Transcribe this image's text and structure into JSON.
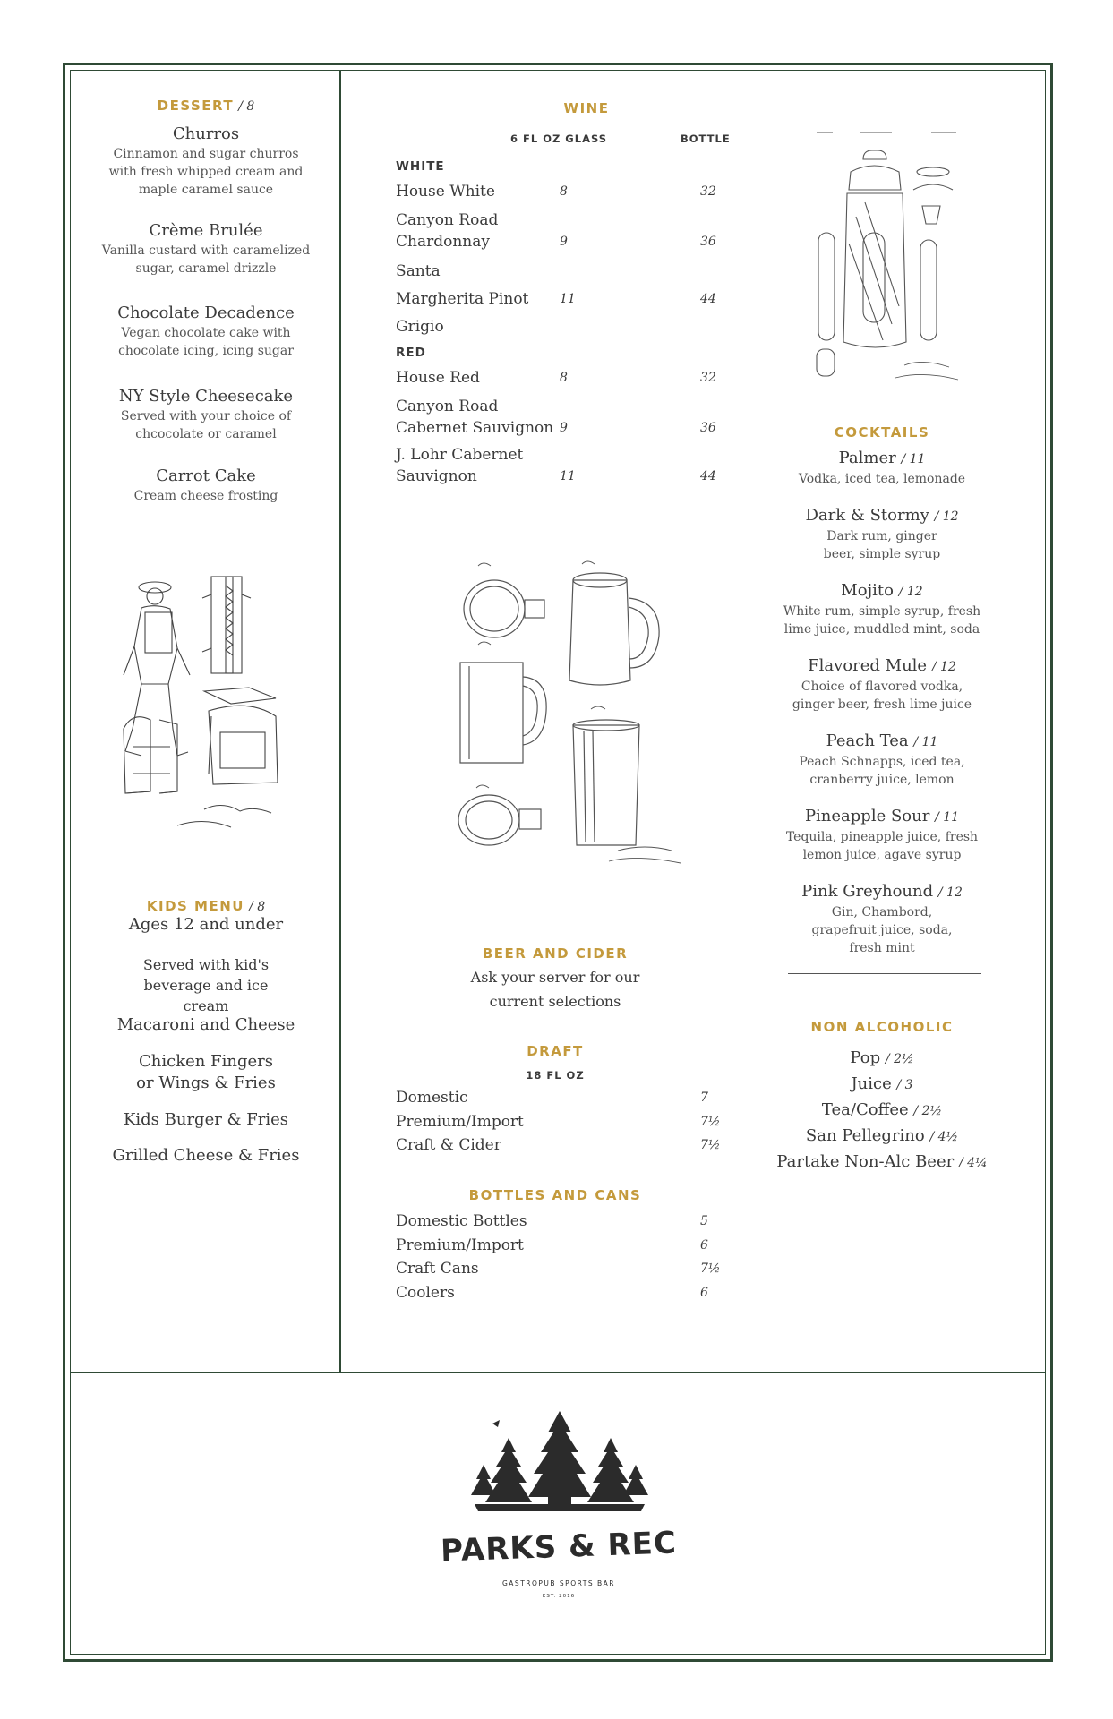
{
  "dessert": {
    "heading": "DESSERT",
    "price": "/ 8",
    "items": [
      {
        "name": "Churros",
        "desc": "Cinnamon and sugar churros with fresh whipped cream and maple caramel sauce"
      },
      {
        "name": "Crème Brulée",
        "desc": "Vanilla custard with caramelized sugar, caramel drizzle"
      },
      {
        "name": "Chocolate Decadence",
        "desc": "Vegan chocolate cake with chocolate icing, icing sugar"
      },
      {
        "name": "NY Style Cheesecake",
        "desc": "Served with your choice of chcocolate or caramel"
      },
      {
        "name": "Carrot Cake",
        "desc": "Cream cheese frosting"
      }
    ]
  },
  "kids": {
    "heading": "KIDS MENU",
    "price": "/ 8",
    "ages": "Ages 12 and under",
    "note": "Served with kid's beverage and ice cream",
    "items": [
      "Macaroni and Cheese",
      "Chicken Fingers or Wings & Fries",
      "Kids Burger & Fries",
      "Grilled Cheese & Fries"
    ]
  },
  "wine": {
    "heading": "WINE",
    "glass_label": "6 FL OZ GLASS",
    "bottle_label": "BOTTLE",
    "white_label": "WHITE",
    "red_label": "RED",
    "white": [
      {
        "name": "House White",
        "glass": "8",
        "bottle": "32"
      },
      {
        "name": "Canyon Road Chardonnay",
        "glass": "9",
        "bottle": "36"
      },
      {
        "name": "Santa Margherita Pinot Grigio",
        "glass": "11",
        "bottle": "44"
      }
    ],
    "red": [
      {
        "name": "House Red",
        "glass": "8",
        "bottle": "32"
      },
      {
        "name": "Canyon Road Cabernet Sauvignon",
        "glass": "9",
        "bottle": "36"
      },
      {
        "name": "J. Lohr Cabernet Sauvignon",
        "glass": "11",
        "bottle": "44"
      }
    ]
  },
  "beer": {
    "heading": "BEER AND CIDER",
    "note": "Ask your server for our current selections",
    "draft_heading": "DRAFT",
    "draft_size": "18 FL OZ",
    "draft": [
      {
        "name": "Domestic",
        "price": "7"
      },
      {
        "name": "Premium/Import",
        "price": "7½"
      },
      {
        "name": "Craft & Cider",
        "price": "7½"
      }
    ],
    "bottles_heading": "BOTTLES AND CANS",
    "bottles": [
      {
        "name": "Domestic Bottles",
        "price": "5"
      },
      {
        "name": "Premium/Import",
        "price": "6"
      },
      {
        "name": "Craft Cans",
        "price": "7½"
      },
      {
        "name": "Coolers",
        "price": "6"
      }
    ]
  },
  "cocktails": {
    "heading": "COCKTAILS",
    "items": [
      {
        "name": "Palmer",
        "price": "/ 11",
        "desc": "Vodka, iced tea, lemonade"
      },
      {
        "name": "Dark & Stormy",
        "price": "/ 12",
        "desc": "Dark rum, ginger beer, simple syrup"
      },
      {
        "name": "Mojito",
        "price": "/ 12",
        "desc": "White rum, simple syrup, fresh lime juice, muddled mint, soda"
      },
      {
        "name": "Flavored Mule",
        "price": "/ 12",
        "desc": "Choice of flavored vodka, ginger beer, fresh lime juice"
      },
      {
        "name": "Peach Tea",
        "price": "/ 11",
        "desc": "Peach Schnapps, iced tea, cranberry juice, lemon"
      },
      {
        "name": "Pineapple Sour",
        "price": "/ 11",
        "desc": "Tequila, pineapple juice, fresh lemon juice, agave syrup"
      },
      {
        "name": "Pink Greyhound",
        "price": "/ 12",
        "desc": "Gin, Chambord, grapefruit juice, soda, fresh mint"
      }
    ]
  },
  "non_alcoholic": {
    "heading": "NON ALCOHOLIC",
    "items": [
      {
        "name": "Pop",
        "price": "/ 2½"
      },
      {
        "name": "Juice",
        "price": "/ 3"
      },
      {
        "name": "Tea/Coffee",
        "price": "/ 2½"
      },
      {
        "name": "San Pellegrino",
        "price": "/ 4½"
      },
      {
        "name": "Partake Non-Alc Beer",
        "price": "/ 4¼"
      }
    ]
  },
  "logo": {
    "name": "PARKS & REC",
    "tagline": "GASTROPUB SPORTS BAR",
    "est": "EST. 2016"
  },
  "colors": {
    "heading": "#c49a3c",
    "frame": "#2f4a35",
    "text": "#3a3a3a"
  }
}
